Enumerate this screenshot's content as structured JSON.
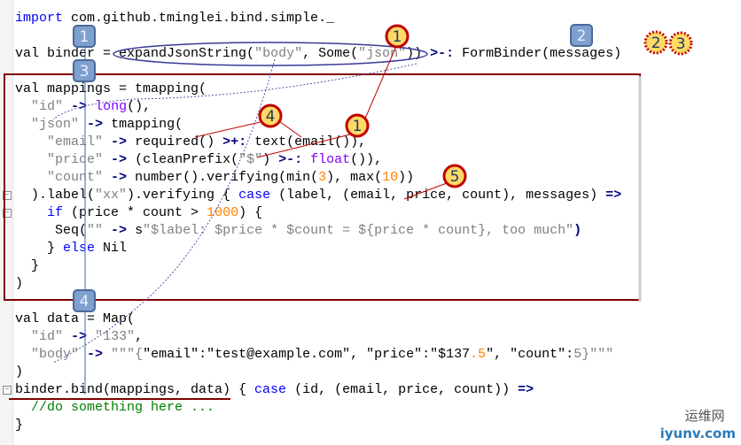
{
  "code_lines": [
    [
      [
        "import",
        "k"
      ],
      [
        " com.github.tminglei.bind.simple._",
        "t"
      ]
    ],
    [],
    [
      [
        "val",
        "t"
      ],
      [
        " binder = expandJsonString(",
        "t"
      ],
      [
        "\"body\"",
        "s"
      ],
      [
        ", Some(",
        "t"
      ],
      [
        "\"json\"",
        "s"
      ],
      [
        ")) ",
        "t"
      ],
      [
        ">-:",
        "o"
      ],
      [
        " FormBinder(messages)",
        "t"
      ]
    ],
    [],
    [
      [
        "val",
        "t"
      ],
      [
        " mappings = tmapping(",
        "t"
      ]
    ],
    [
      [
        "  ",
        "t"
      ],
      [
        "\"id\"",
        "s"
      ],
      [
        " ",
        "t"
      ],
      [
        "->",
        "o"
      ],
      [
        " ",
        "t"
      ],
      [
        "long",
        "p"
      ],
      [
        "(),",
        "t"
      ]
    ],
    [
      [
        "  ",
        "t"
      ],
      [
        "\"json\"",
        "s"
      ],
      [
        " ",
        "t"
      ],
      [
        "->",
        "o"
      ],
      [
        " tmapping(",
        "t"
      ]
    ],
    [
      [
        "    ",
        "t"
      ],
      [
        "\"email\"",
        "s"
      ],
      [
        " ",
        "t"
      ],
      [
        "->",
        "o"
      ],
      [
        " required() ",
        "t"
      ],
      [
        ">+:",
        "o"
      ],
      [
        " text(email()),",
        "t"
      ]
    ],
    [
      [
        "    ",
        "t"
      ],
      [
        "\"price\"",
        "s"
      ],
      [
        " ",
        "t"
      ],
      [
        "->",
        "o"
      ],
      [
        " (cleanPrefix(",
        "t"
      ],
      [
        "\"$\"",
        "s"
      ],
      [
        ") ",
        "t"
      ],
      [
        ">-:",
        "o"
      ],
      [
        " ",
        "t"
      ],
      [
        "float",
        "p"
      ],
      [
        "()),",
        "t"
      ]
    ],
    [
      [
        "    ",
        "t"
      ],
      [
        "\"count\"",
        "s"
      ],
      [
        " ",
        "t"
      ],
      [
        "->",
        "o"
      ],
      [
        " number().verifying(min(",
        "t"
      ],
      [
        "3",
        "n"
      ],
      [
        "), max(",
        "t"
      ],
      [
        "10",
        "n"
      ],
      [
        "))",
        "t"
      ]
    ],
    [
      [
        "  ).label(",
        "t"
      ],
      [
        "\"xx\"",
        "s"
      ],
      [
        ").verifying { ",
        "t"
      ],
      [
        "case",
        "k"
      ],
      [
        " (label, (email, price, count), messages) ",
        "t"
      ],
      [
        "=>",
        "o"
      ]
    ],
    [
      [
        "    ",
        "t"
      ],
      [
        "if",
        "k"
      ],
      [
        " (price * count > ",
        "t"
      ],
      [
        "1000",
        "n"
      ],
      [
        ") {",
        "t"
      ]
    ],
    [
      [
        "     Seq(",
        "t"
      ],
      [
        "\"\"",
        "s"
      ],
      [
        " ",
        "t"
      ],
      [
        "->",
        "o"
      ],
      [
        " s",
        "t"
      ],
      [
        "\"$label: $price * $count = ${price * count}, too much\"",
        "s"
      ],
      [
        ")",
        "o"
      ]
    ],
    [
      [
        "    } ",
        "t"
      ],
      [
        "else",
        "k"
      ],
      [
        " Nil",
        "t"
      ]
    ],
    [
      [
        "  }",
        "t"
      ]
    ],
    [
      [
        ")",
        "t"
      ]
    ],
    [],
    [
      [
        "val",
        "t"
      ],
      [
        " data = Map(",
        "t"
      ]
    ],
    [
      [
        "  ",
        "t"
      ],
      [
        "\"id\"",
        "s"
      ],
      [
        " ",
        "t"
      ],
      [
        "->",
        "o"
      ],
      [
        " ",
        "t"
      ],
      [
        "\"133\"",
        "s"
      ],
      [
        ",",
        "t"
      ]
    ],
    [
      [
        "  ",
        "t"
      ],
      [
        "\"body\"",
        "s"
      ],
      [
        " ",
        "t"
      ],
      [
        "->",
        "o"
      ],
      [
        " ",
        "t"
      ],
      [
        "\"\"\"{",
        "s"
      ],
      [
        "\"email\":\"test@example.com\", \"price\":\"$137",
        "t"
      ],
      [
        ".5",
        "n"
      ],
      [
        "\", \"count\":",
        "t"
      ],
      [
        "5}\"\"\"",
        "s"
      ]
    ],
    [
      [
        ")",
        "t"
      ]
    ],
    [
      [
        "binder.bind(mappings, data) { ",
        "t"
      ],
      [
        "case",
        "k"
      ],
      [
        " (id, (email, price, count)) ",
        "t"
      ],
      [
        "=>",
        "o"
      ]
    ],
    [
      [
        "  ",
        "t"
      ],
      [
        "//do something here ...",
        "c"
      ]
    ],
    [
      [
        "}",
        "t"
      ]
    ]
  ],
  "annotations": {
    "blue_steps": [
      "1",
      "2",
      "3",
      "4"
    ],
    "yellow_markers": [
      "1",
      "1",
      "4",
      "5"
    ],
    "dotted_markers": [
      "2",
      "3"
    ]
  },
  "watermark": {
    "cn": "运维网",
    "en": "iyunv.com"
  },
  "colors": {
    "box": "#800000",
    "blue_tag": "#6f93c4",
    "yellow": "#ffd966",
    "red": "#c00000",
    "ellipse": "#3a3a9a"
  }
}
